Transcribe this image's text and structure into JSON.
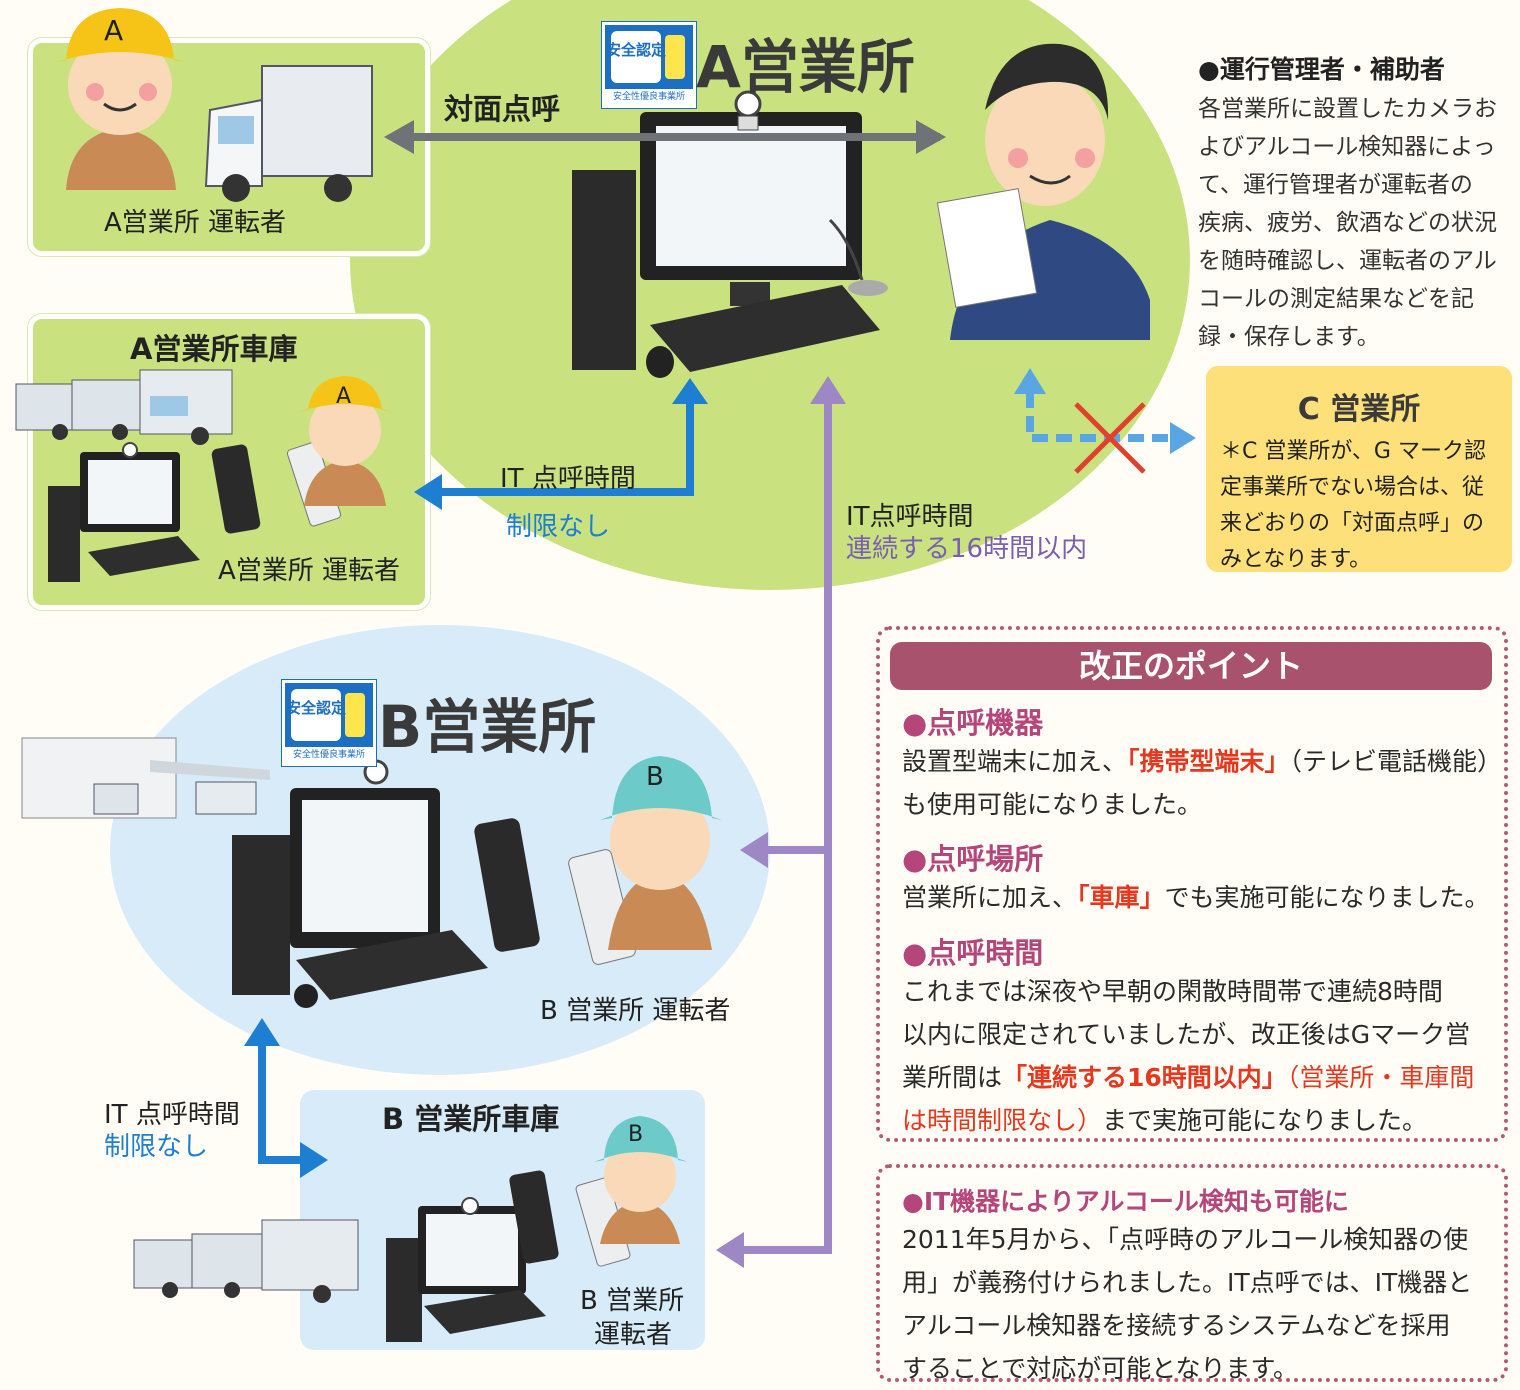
{
  "office_a": {
    "name": "A営業所"
  },
  "office_b": {
    "name": "B営業所"
  },
  "gmark": {
    "badge": "安全認定",
    "caption": "安全性優良事業所"
  },
  "face_to_face": "対面点呼",
  "a_driver_label": "A営業所 運転者",
  "a_garage": {
    "title": "A営業所車庫",
    "driver_label": "A営業所 運転者"
  },
  "a_it_roll": {
    "label": "IT 点呼時間",
    "limit": "制限なし"
  },
  "ab_it_roll": {
    "label": "IT点呼時間",
    "limit": "連続する16時間以内"
  },
  "b_driver_label": "B 営業所 運転者",
  "b_garage": {
    "title": "B 営業所車庫",
    "driver_label_1": "B 営業所",
    "driver_label_2": "運転者"
  },
  "b_it_roll": {
    "label": "IT 点呼時間",
    "limit": "制限なし"
  },
  "cap_a": "A",
  "cap_b": "B",
  "manager": {
    "title": "●運行管理者・補助者",
    "lines": [
      "各営業所に設置したカメラお",
      "よびアルコール検知器によっ",
      "て、運行管理者が運転者の",
      "疾病、疲労、飲酒などの状況",
      "を随時確認し、運転者のアル",
      "コールの測定結果などを記",
      "録・保存します。"
    ]
  },
  "office_c": {
    "title": "C 営業所",
    "lines": [
      "＊C 営業所が、G マーク認",
      "定事業所でない場合は、従",
      "来どおりの「対面点呼」の",
      "みとなります。"
    ]
  },
  "revision": {
    "title": "改正のポイント",
    "equipment": {
      "head": "●点呼機器",
      "l1_pre": "設置型端末に加え、",
      "l1_hl": "「携帯型端末」",
      "l1_post": "（テレビ電話機能）",
      "l2": "も使用可能になりました。"
    },
    "place": {
      "head": "●点呼場所",
      "pre": "営業所に加え、",
      "hl": "「車庫」",
      "post": "でも実施可能になりました。"
    },
    "time": {
      "head": "●点呼時間",
      "l1": "これまでは深夜や早朝の閑散時間帯で連続8時間",
      "l2": "以内に限定されていましたが、改正後はGマーク営",
      "l3_pre": "業所間は",
      "l3_hl": "「連続する16時間以内」",
      "l3_post": "（営業所・車庫間",
      "l4_org": "は時間制限なし）",
      "l4_post": "まで実施可能になりました。"
    }
  },
  "alcohol": {
    "head": "●IT機器によりアルコール検知も可能に",
    "lines": [
      "2011年5月から、「点呼時のアルコール検知器の使",
      "用」が義務付けられました。IT点呼では、IT機器と",
      "アルコール検知器を接続するシステムなどを採用",
      "することで対応が可能となります。"
    ]
  },
  "colors": {
    "green": "#c9e27f",
    "blue": "#d7ebf8",
    "arrow_gray": "#6f7378",
    "arrow_blue": "#1e7fd2",
    "arrow_purple": "#9d87c4",
    "cross_red": "#e0412c",
    "revision_title": "#a9526e"
  },
  "icons": [
    "truck-icon",
    "computer-icon",
    "phone-icon",
    "driver-icon",
    "manager-icon",
    "garage-icon",
    "cross-icon"
  ]
}
